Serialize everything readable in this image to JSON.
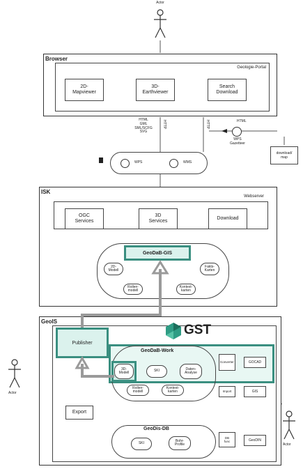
{
  "top_actor": "Actor",
  "browser": {
    "tag": "Browser",
    "portal": "Geologie-Portal",
    "boxes": [
      "2D-\nMapviewer",
      "3D-\nEarthviewer",
      "Search\nDownload"
    ]
  },
  "protocols": {
    "formats": "HTML\nGML\nSML/SCFG\nSVG",
    "http1": "HTTP",
    "http2": "HTTP",
    "html": "HTML"
  },
  "services": {
    "wps": "WPS",
    "wms": "WMS"
  },
  "wps_gazetteer": "WPS\nGazetteer",
  "download_map": "download/\nmap",
  "isk": {
    "tag": "ISK",
    "webserver": "Webserver",
    "boxes": [
      "OGC\nServices",
      "3D\nServices",
      "Download"
    ],
    "geodb": "GeoDaB-GIS",
    "modules": [
      "2D-\nModell",
      "Fakts-\nKarten"
    ],
    "lower_modules": [
      "Rollen-\nmodell",
      "Kontext-\nkarten"
    ]
  },
  "geois": {
    "tag": "GeoIS",
    "publisher": "Publisher",
    "gst": "GST",
    "geodb_work": "GeoDaB-Work",
    "work_modules": [
      "3D-\nModell",
      "SKI",
      "Daten-\nAnalyse"
    ],
    "lower_modules": [
      "Rollen-\nmodell",
      "Kontext-\nkarten"
    ],
    "right_labels": [
      "Konverter",
      "GOCAD",
      "Import",
      "GIS",
      "DB\nfunc",
      "GeoDIN"
    ],
    "export": "Export",
    "geodis": "GeoDis-DB",
    "geodis_modules": [
      "SKI",
      "Bohr-\nProfile"
    ]
  },
  "left_actor": "Actor",
  "right_actor": "Actor",
  "colors": {
    "teal": "#3a8f80",
    "teal_fill": "#bee8de",
    "arrow_gray": "#9a9a9a"
  }
}
